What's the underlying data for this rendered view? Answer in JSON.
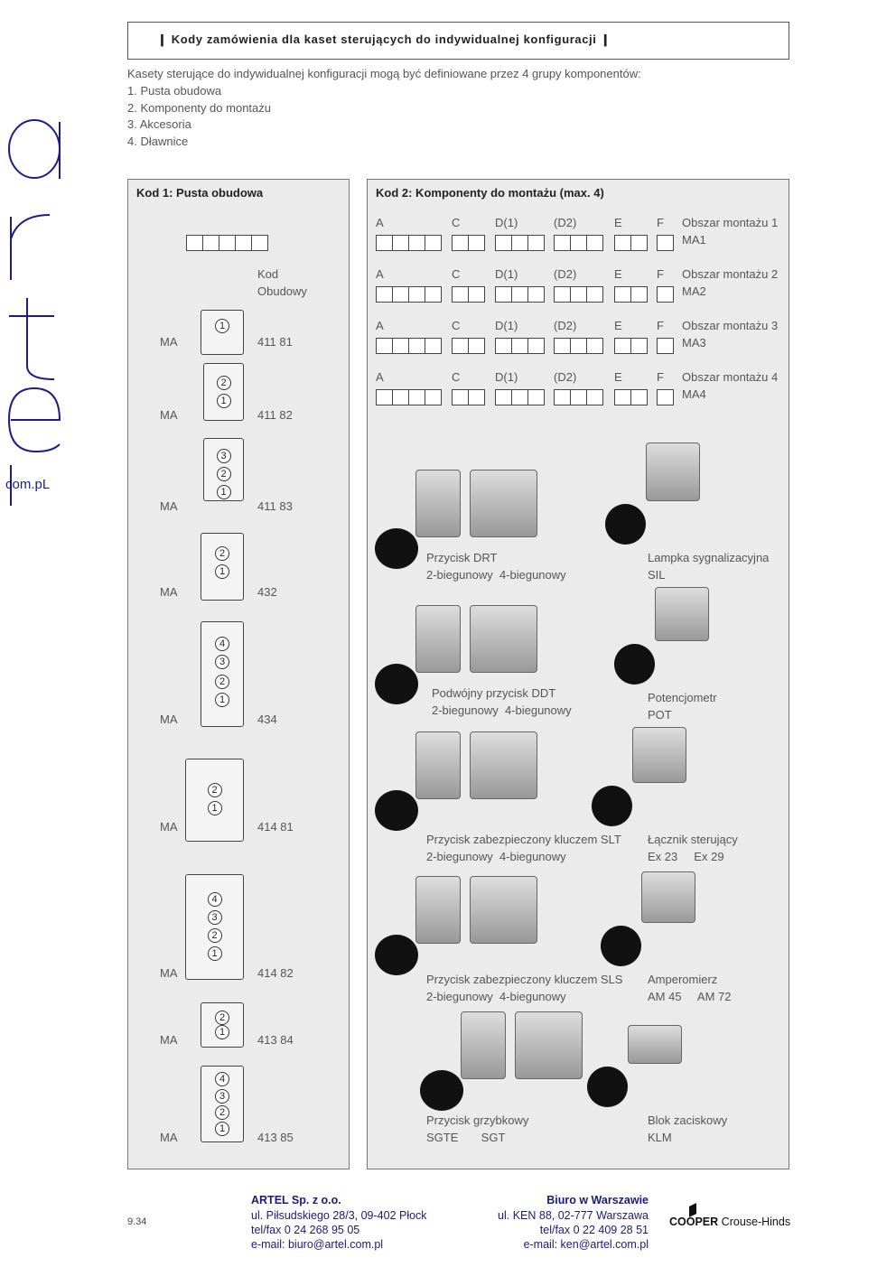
{
  "header": {
    "title": "Kody zamówienia dla kaset sterujących do indywidualnej konfiguracji"
  },
  "intro": {
    "text": "Kasety sterujące do indywidualnej konfiguracji mogą być definiowane przez 4 grupy komponentów:",
    "items": [
      "1. Pusta obudowa",
      "2. Komponenty do montażu",
      "3. Akcesoria",
      "4. Dławnice"
    ]
  },
  "logo": {
    "letters": [
      "a",
      "r",
      "t",
      "e",
      "L"
    ],
    "domain": "com.pL",
    "color": "#1c1c8c"
  },
  "kod1": {
    "title": "Kod 1: Pusta obudowa",
    "col_header": [
      "Kod",
      "Obudowy"
    ],
    "rows": [
      {
        "prefix": "MA",
        "code": "411 81",
        "positions": [
          "1"
        ]
      },
      {
        "prefix": "MA",
        "code": "411 82",
        "positions": [
          "2",
          "1"
        ]
      },
      {
        "prefix": "MA",
        "code": "411 83",
        "positions": [
          "3",
          "2",
          "1"
        ]
      },
      {
        "prefix": "MA",
        "code": "432",
        "positions": [
          "2",
          "1"
        ]
      },
      {
        "prefix": "MA",
        "code": "434",
        "positions": [
          "4",
          "3",
          "2",
          "1"
        ]
      },
      {
        "prefix": "MA",
        "code": "414 81",
        "positions": [
          "2",
          "1"
        ]
      },
      {
        "prefix": "MA",
        "code": "414 82",
        "positions": [
          "4",
          "3",
          "2",
          "1"
        ]
      },
      {
        "prefix": "MA",
        "code": "413 84",
        "positions": [
          "2",
          "1"
        ]
      },
      {
        "prefix": "MA",
        "code": "413 85",
        "positions": [
          "4",
          "3",
          "2",
          "1"
        ]
      }
    ]
  },
  "kod2": {
    "title": "Kod 2: Komponenty do montażu (max. 4)",
    "groups": [
      "A",
      "C",
      "D(1)",
      "(D2)",
      "E",
      "F"
    ],
    "areas": [
      {
        "label": "Obszar montażu 1",
        "code": "MA1"
      },
      {
        "label": "Obszar montażu 2",
        "code": "MA2"
      },
      {
        "label": "Obszar montażu 3",
        "code": "MA3"
      },
      {
        "label": "Obszar montażu 4",
        "code": "MA4"
      }
    ],
    "products": [
      {
        "name": "Przycisk DRT",
        "variants": "2-biegunowy  4-biegunowy"
      },
      {
        "name": "Lampka sygnalizacyjna",
        "variants": "SIL"
      },
      {
        "name": "Podwójny przycisk DDT",
        "variants": "2-biegunowy  4-biegunowy"
      },
      {
        "name": "Potencjometr",
        "variants": "POT"
      },
      {
        "name": "Przycisk zabezpieczony kluczem SLT",
        "variants": "2-biegunowy  4-biegunowy"
      },
      {
        "name": "Łącznik sterujący",
        "variants": "Ex 23     Ex 29"
      },
      {
        "name": "Przycisk zabezpieczony kluczem SLS",
        "variants": "2-biegunowy  4-biegunowy"
      },
      {
        "name": "Amperomierz",
        "variants": "AM 45     AM 72"
      },
      {
        "name": "Przycisk grzybkowy",
        "variants": "SGTE       SGT"
      },
      {
        "name": "Blok zaciskowy",
        "variants": "KLM"
      }
    ]
  },
  "footer": {
    "page": "9.34",
    "left": {
      "company": "ARTEL Sp. z o.o.",
      "address": "ul. Piłsudskiego 28/3, 09-402 Płock",
      "phone": "tel/fax 0 24 268 95 05",
      "email": "e-mail: biuro@artel.com.pl"
    },
    "right": {
      "company": "Biuro w Warszawie",
      "address": "ul. KEN 88, 02-777 Warszawa",
      "phone": "tel/fax 0 22 409 28 51",
      "email": "e-mail: ken@artel.com.pl"
    },
    "brand": {
      "bold": "COOPER",
      "rest": "Crouse-Hinds"
    }
  }
}
